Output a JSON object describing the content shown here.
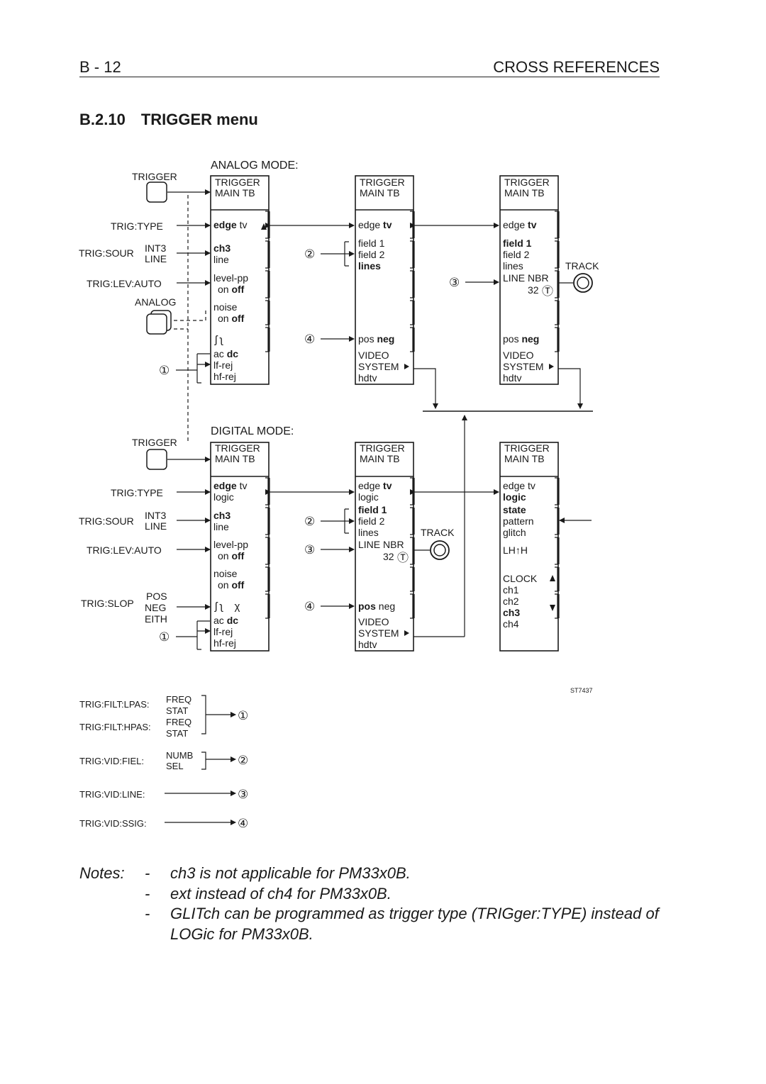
{
  "header": {
    "left": "B - 12",
    "right": "CROSS REFERENCES"
  },
  "section": {
    "number": "B.2.10",
    "title": "TRIGGER menu"
  },
  "analog": {
    "title": "ANALOG MODE:",
    "keys": {
      "trigger": "TRIGGER",
      "trig_type": "TRIG:TYPE",
      "trig_sour": "TRIG:SOUR",
      "int3": "INT3",
      "line": "LINE",
      "trig_lev": "TRIG:LEV:AUTO",
      "analog": "ANALOG"
    },
    "col1": {
      "head1": "TRIGGER",
      "head2": "MAIN TB",
      "edge_b": "edge",
      "tv": "tv",
      "ch3": "ch3",
      "line": "line",
      "levelpp": "level-pp",
      "on": "on",
      "off": "off",
      "noise": "noise",
      "on2": "on",
      "off2": "off",
      "slope": "ʃ ʅ",
      "ac": "ac",
      "dc": "dc",
      "lfrej": "lf-rej",
      "hfrej": "hf-rej"
    },
    "col2": {
      "head1": "TRIGGER",
      "head2": "MAIN TB",
      "edge": "edge",
      "tv_b": "tv",
      "field1": "field 1",
      "field2": "field 2",
      "lines_b": "lines",
      "pos": "pos",
      "neg_b": "neg",
      "video": "VIDEO",
      "system": "SYSTEM",
      "hdtv": "hdtv"
    },
    "col3": {
      "head1": "TRIGGER",
      "head2": "MAIN TB",
      "edge": "edge",
      "tv_b": "tv",
      "field1_b": "field 1",
      "field2": "field 2",
      "lines": "lines",
      "linenbr": "LINE NBR",
      "n32": "32",
      "pos": "pos",
      "neg_b": "neg",
      "video": "VIDEO",
      "system": "SYSTEM",
      "hdtv": "hdtv"
    },
    "track": "TRACK"
  },
  "digital": {
    "title": "DIGITAL MODE:",
    "keys": {
      "trigger": "TRIGGER",
      "trig_type": "TRIG:TYPE",
      "trig_sour": "TRIG:SOUR",
      "int3": "INT3",
      "line": "LINE",
      "trig_lev": "TRIG:LEV:AUTO",
      "trig_slop": "TRIG:SLOP",
      "pos": "POS",
      "neg": "NEG",
      "eith": "EITH"
    },
    "col1": {
      "head1": "TRIGGER",
      "head2": "MAIN TB",
      "edge_b": "edge",
      "tv": "tv",
      "logic": "logic",
      "ch3_b": "ch3",
      "line": "line",
      "levelpp": "level-pp",
      "on": "on",
      "off_b": "off",
      "noise": "noise",
      "on2": "on",
      "off2_b": "off",
      "slope": "ʃ ʅ    χ",
      "ac": "ac",
      "dc_b": "dc",
      "lfrej": "lf-rej",
      "hfrej": "hf-rej"
    },
    "col2": {
      "head1": "TRIGGER",
      "head2": "MAIN TB",
      "edge": "edge",
      "tv_b": "tv",
      "logic": "logic",
      "field1_b": "field 1",
      "field2": "field 2",
      "lines": "lines",
      "linenbr": "LINE NBR",
      "n32": "32",
      "pos_b": "pos",
      "neg": "neg",
      "video": "VIDEO",
      "system": "SYSTEM",
      "hdtv": "hdtv"
    },
    "col3": {
      "head1": "TRIGGER",
      "head2": "MAIN TB",
      "edgetv": "edge tv",
      "logic_b": "logic",
      "state_b": "state",
      "pattern": "pattern",
      "glitch": "glitch",
      "lhh": "LH↑H",
      "clock": "CLOCK",
      "ch1": "ch1",
      "ch2": "ch2",
      "ch3_b": "ch3",
      "ch4": "ch4"
    },
    "track": "TRACK"
  },
  "figure_id": "ST7437",
  "legend": {
    "filt_lpas": "TRIG:FILT:LPAS:",
    "filt_hpas": "TRIG:FILT:HPAS:",
    "freq": "FREQ",
    "stat": "STAT",
    "vid_fiel": "TRIG:VID:FIEL:",
    "numb": "NUMB",
    "sel": "SEL",
    "vid_line": "TRIG:VID:LINE:",
    "vid_ssig": "TRIG:VID:SSIG:"
  },
  "markers": {
    "m1": "①",
    "m2": "②",
    "m3": "③",
    "m4": "④",
    "t": "Ⓣ"
  },
  "notes": {
    "label": "Notes:",
    "dash": "-",
    "items": [
      "ch3 is not applicable for PM33x0B.",
      "ext instead of ch4 for PM33x0B.",
      "GLITch can be programmed as trigger type (TRIGger:TYPE) instead of LOGic for PM33x0B."
    ]
  }
}
